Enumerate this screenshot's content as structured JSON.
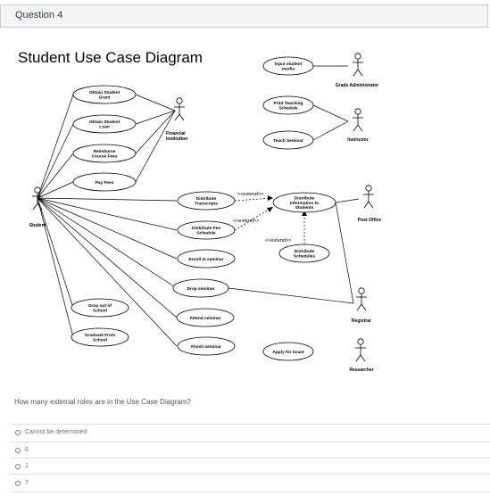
{
  "question_title": "Question 4",
  "diagram": {
    "title": "Student Use Case Diagram",
    "actors": {
      "student": "Student",
      "financial": [
        "Financial",
        "Institution"
      ],
      "grade_admin": "Grade Administrator",
      "instructor": "Instructor",
      "post_office": "Post Office",
      "registrar": "Registrar",
      "researcher": "Researcher"
    },
    "use_cases": {
      "obtain_grant": [
        "Obtain Student",
        "Grant"
      ],
      "obtain_loan": [
        "Obtain Student",
        "Loan"
      ],
      "reimburse": [
        "Reimburse",
        "Course Fees"
      ],
      "pay_fees": [
        "Pay Fees"
      ],
      "distribute_transcripts": [
        "Distribute",
        "Transcripts"
      ],
      "distribute_fee": [
        "Distribute Fee",
        "Schedule"
      ],
      "enroll": [
        "Enroll in seminar"
      ],
      "drop_seminar": [
        "Drop seminar"
      ],
      "attend": [
        "Attend seminar"
      ],
      "finish": [
        "Finish seminar"
      ],
      "drop_out": [
        "Drop out of",
        "School"
      ],
      "graduate": [
        "Graduate From",
        "School"
      ],
      "input_marks": [
        "Input student",
        "marks"
      ],
      "print_schedule": [
        "Print Teaching",
        "Schedule"
      ],
      "teach": [
        "Teach Seminar"
      ],
      "distribute_info": [
        "Distribute",
        "Information to",
        "Students"
      ],
      "distribute_schedules": [
        "Distribute",
        "Schedules"
      ],
      "apply_grant": [
        "Apply for Grant"
      ]
    },
    "extend_label": "<<extend>>"
  },
  "question": "How many external roles are in the Use Case Diagram?",
  "options": [
    "Cannot be determined",
    "6",
    "1",
    "7"
  ]
}
